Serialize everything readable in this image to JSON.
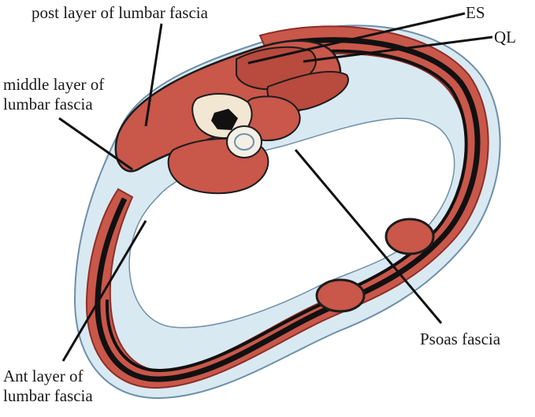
{
  "labels": {
    "post_layer": "post layer of lumbar fascia",
    "es": "ES",
    "ql": "QL",
    "middle_layer_line1": "middle layer of",
    "middle_layer_line2": "lumbar fascia",
    "psoas_fascia": "Psoas fascia",
    "ant_layer_line1": "Ant layer of",
    "ant_layer_line2": "lumbar fascia"
  },
  "colors": {
    "muscle": "#c9574a",
    "muscle_dark": "#8c2f28",
    "fascia": "#d9e9f2",
    "fascia_edge": "#6e8fa8",
    "outline": "#1c1c1c",
    "bone": "#f1e7d2"
  }
}
